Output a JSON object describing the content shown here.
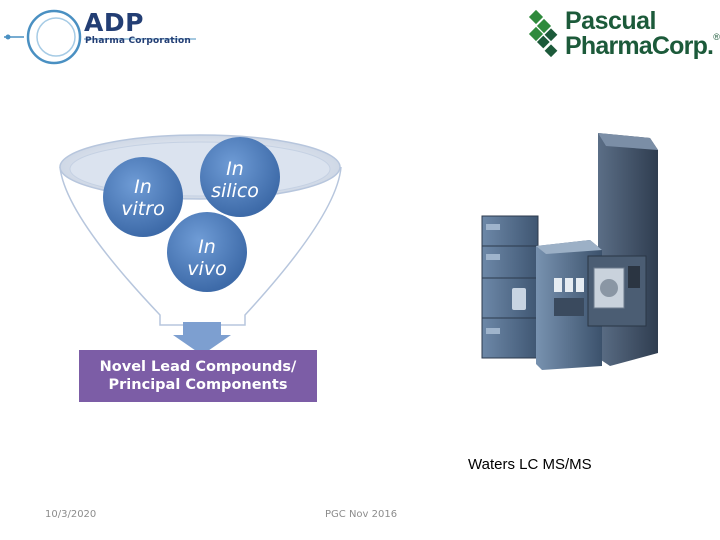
{
  "logos": {
    "adp": {
      "name": "ADP",
      "subtitle": "Pharma Corporation",
      "color": "#233e74",
      "ring_color": "#4a90c2"
    },
    "pascual": {
      "line1": "Pascual",
      "line2": "PharmaCorp.",
      "color": "#1c5a3a",
      "mark_color": "#2f8a3c"
    }
  },
  "diagram": {
    "circles": [
      {
        "line1": "In",
        "line2": "vitro"
      },
      {
        "line1": "In",
        "line2": "silico"
      },
      {
        "line1": "In",
        "line2": "vivo"
      }
    ],
    "result_line1": "Novel Lead Compounds/",
    "result_line2": "Principal Components",
    "circle_color": "#5a8ac6",
    "result_color": "#7c5da6"
  },
  "instrument": {
    "caption": "Waters LC MS/MS"
  },
  "footer": {
    "date": "10/3/2020",
    "text": "PGC Nov 2016"
  }
}
